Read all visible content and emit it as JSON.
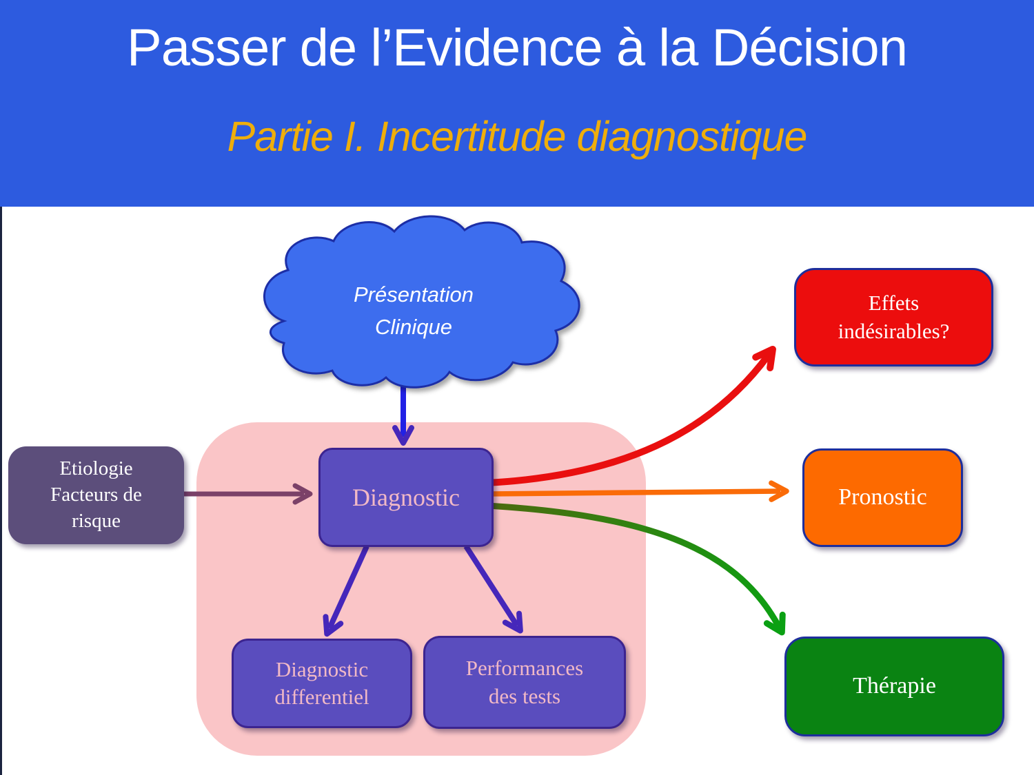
{
  "header": {
    "title": "Passer de l’Evidence à la Décision",
    "subtitle": "Partie I. Incertitude diagnostique"
  },
  "nodes": {
    "cloud": {
      "label": "Présentation\nClinique"
    },
    "etiologie": {
      "label": "Etiologie\nFacteurs de\nrisque"
    },
    "diagnostic": {
      "label": "Diagnostic"
    },
    "diagnostic_differentiel": {
      "label": "Diagnostic\ndifferentiel"
    },
    "performances_tests": {
      "label": "Performances\ndes tests"
    },
    "effets_indesirables": {
      "label": "Effets\nindésirables?"
    },
    "pronostic": {
      "label": "Pronostic"
    },
    "therapie": {
      "label": "Thérapie"
    }
  },
  "colors": {
    "banner_bg": "#2d5bdf",
    "title_text": "#ffffff",
    "subtitle_text": "#efae0b",
    "cloud_fill": "#3d6dee",
    "cloud_stroke": "#1b2da6",
    "etiologie_fill": "#5c4e7b",
    "purple_box_fill": "#5a4dbe",
    "purple_box_border": "#3c2490",
    "purple_box_text": "#f1b9c6",
    "pink_container": "#fac5c7",
    "effets_fill": "#ec0d0d",
    "pronostic_fill": "#fd6a00",
    "therapie_fill": "#0a8312",
    "navy_border": "#1d2e9c",
    "arrow_violet": "#4527ba",
    "arrow_blue": "#2121e5",
    "arrow_plum": "#7b4168",
    "arrow_red": "#e90f0f",
    "arrow_orange": "#fa6b08",
    "arrow_green": "#0aa013"
  }
}
